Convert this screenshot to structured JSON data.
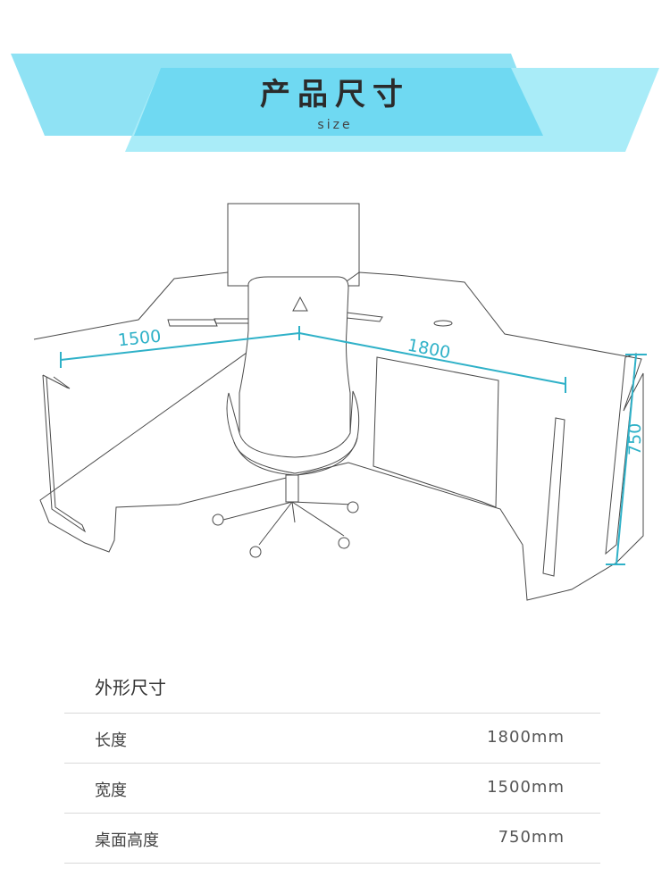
{
  "header": {
    "title": "产品尺寸",
    "subtitle": "size"
  },
  "drawing": {
    "dim_width": "1500",
    "dim_length": "1800",
    "dim_height": "750",
    "accent_color": "#2fb1c8"
  },
  "spec": {
    "title": "外形尺寸",
    "rows": [
      {
        "label": "长度",
        "value": "1800mm"
      },
      {
        "label": "宽度",
        "value": "1500mm"
      },
      {
        "label": "桌面高度",
        "value": "750mm"
      }
    ]
  }
}
